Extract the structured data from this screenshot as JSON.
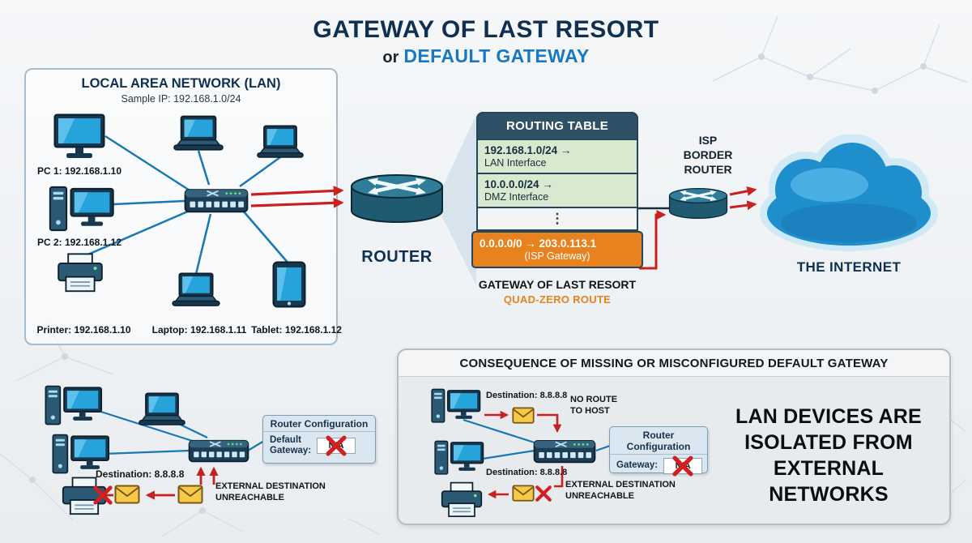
{
  "title": {
    "line1": "GATEWAY OF LAST RESORT",
    "or": "or",
    "line2": "DEFAULT GATEWAY"
  },
  "lan": {
    "title": "LOCAL AREA NETWORK (LAN)",
    "subtitle": "Sample IP: 192.168.1.0/24",
    "pc1_label": "PC 1: 192.168.1.10",
    "pc2_label": "PC 2: 192.168.1.12",
    "printer_label": "Printer: 192.168.1.10",
    "laptop_label": "Laptop: 192.168.1.11",
    "tablet_label": "Tablet: 192.168.1.12"
  },
  "router_label": "ROUTER",
  "routing_table": {
    "header": "ROUTING TABLE",
    "rows": [
      {
        "route": "192.168.1.0/24 →",
        "iface": "LAN Interface"
      },
      {
        "route": "10.0.0.0/24 →",
        "iface": "DMZ Interface"
      },
      {
        "route": "0.0.0.0/0 → 203.0.113.1",
        "iface": "(ISP Gateway)"
      }
    ],
    "ellipsis": "⋮",
    "caption1": "GATEWAY OF LAST RESORT",
    "caption2": "QUAD-ZERO ROUTE"
  },
  "isp_label": "ISP\nBORDER\nROUTER",
  "internet_label": "THE INTERNET",
  "bottom_left": {
    "destination": "Destination: 8.8.8.8",
    "unreachable": "EXTERNAL DESTINATION\nUNREACHABLE",
    "config_title": "Router Configuration",
    "config_label": "Default\nGateway:",
    "config_value": "N/A"
  },
  "consequence": {
    "title": "CONSEQUENCE OF MISSING OR MISCONFIGURED DEFAULT GATEWAY",
    "dest_top": "Destination: 8.8.8.8",
    "no_route": "NO ROUTE\nTO HOST",
    "config_title": "Router Configuration",
    "config_label": "Gateway:",
    "config_value": "N/A",
    "dest_bottom": "Destination: 8.8.8.8",
    "unreachable": "EXTERNAL DESTINATION\nUNREACHABLE",
    "message": "LAN DEVICES ARE\nISOLATED FROM\nEXTERNAL NETWORKS"
  },
  "icons": {
    "router": "teal cylinder with crossing white arrows",
    "switch": "dark box with port squares",
    "envelope": "✉",
    "red-x": "✕",
    "cloud": "☁",
    "desktop": "tower + monitor",
    "monitor": "monitor with stand",
    "laptop": "laptop",
    "tablet": "tablet",
    "printer": "printer"
  },
  "colors": {
    "navy": "#0f3050",
    "accent_blue": "#1878c0",
    "line_blue": "#1878b4",
    "red": "#c9211f",
    "orange": "#e8821e",
    "green_row": "#d9e9cf",
    "table_header": "#2e5166",
    "screen_blue": "#27a3dc"
  }
}
